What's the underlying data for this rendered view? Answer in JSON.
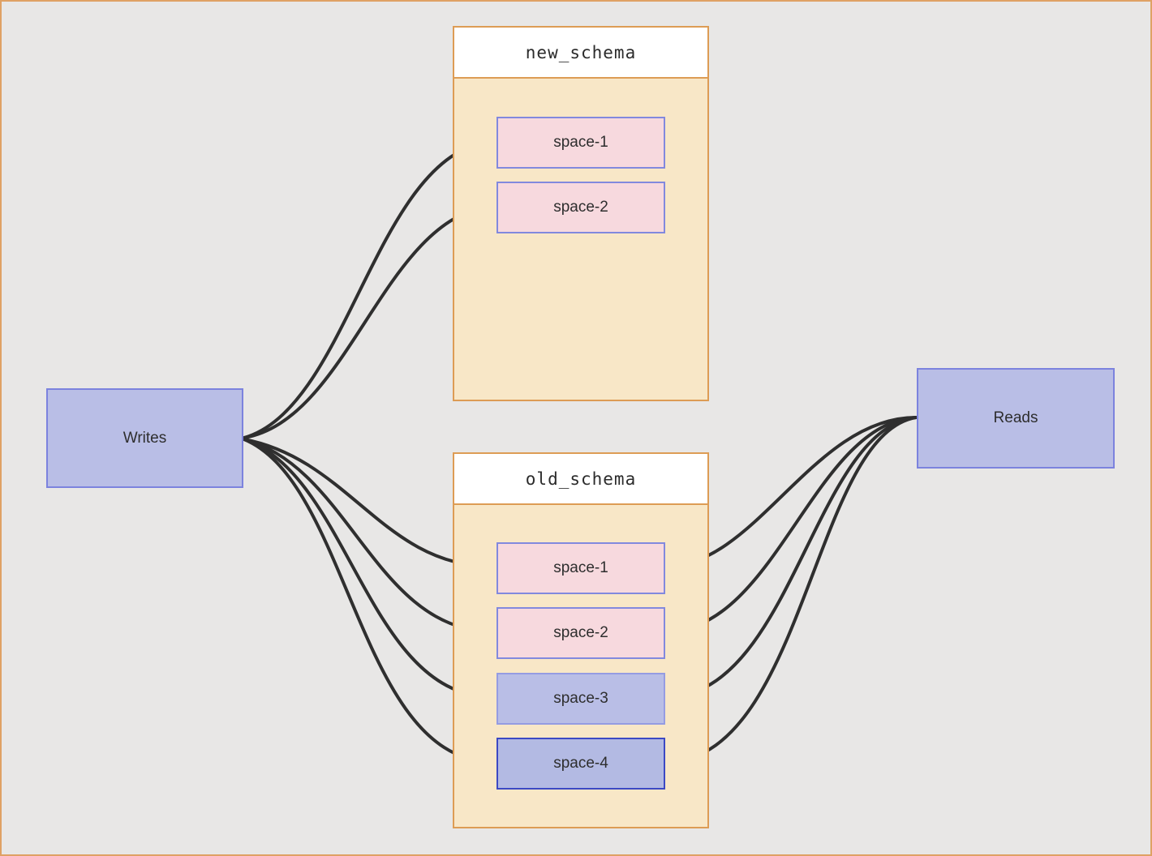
{
  "colors": {
    "canvas_background": "#e8e7e6",
    "frame_border": "#dfa164",
    "schema_fill": "#f8e7c7",
    "schema_border": "#dd9c55",
    "schema_title_background": "#ffffff",
    "endpoint_fill": "#b9bee6",
    "endpoint_border": "#7c83de",
    "space_pink_fill": "#f7d9de",
    "space_pink_border": "#8289de",
    "space_lavender_fill": "#b9bee6",
    "space_lavender_border": "#959ce2",
    "space_blue_fill": "#b3bae3",
    "space_blue_border": "#3c49c4",
    "edge_stroke": "#2f2f2f",
    "text": "#2e2e2e"
  },
  "nodes": {
    "writes": {
      "label": "Writes"
    },
    "reads": {
      "label": "Reads"
    }
  },
  "schemas": [
    {
      "title": "new_schema",
      "spaces": [
        "space-1",
        "space-2"
      ]
    },
    {
      "title": "old_schema",
      "spaces": [
        "space-1",
        "space-2",
        "space-3",
        "space-4"
      ]
    }
  ],
  "edges": [
    {
      "from": "Writes",
      "to": "new_schema/space-1"
    },
    {
      "from": "Writes",
      "to": "new_schema/space-2"
    },
    {
      "from": "Writes",
      "to": "old_schema/space-1"
    },
    {
      "from": "Writes",
      "to": "old_schema/space-2"
    },
    {
      "from": "Writes",
      "to": "old_schema/space-3"
    },
    {
      "from": "Writes",
      "to": "old_schema/space-4"
    },
    {
      "from": "Reads",
      "to": "old_schema/space-1"
    },
    {
      "from": "Reads",
      "to": "old_schema/space-2"
    },
    {
      "from": "Reads",
      "to": "old_schema/space-3"
    },
    {
      "from": "Reads",
      "to": "old_schema/space-4"
    }
  ]
}
